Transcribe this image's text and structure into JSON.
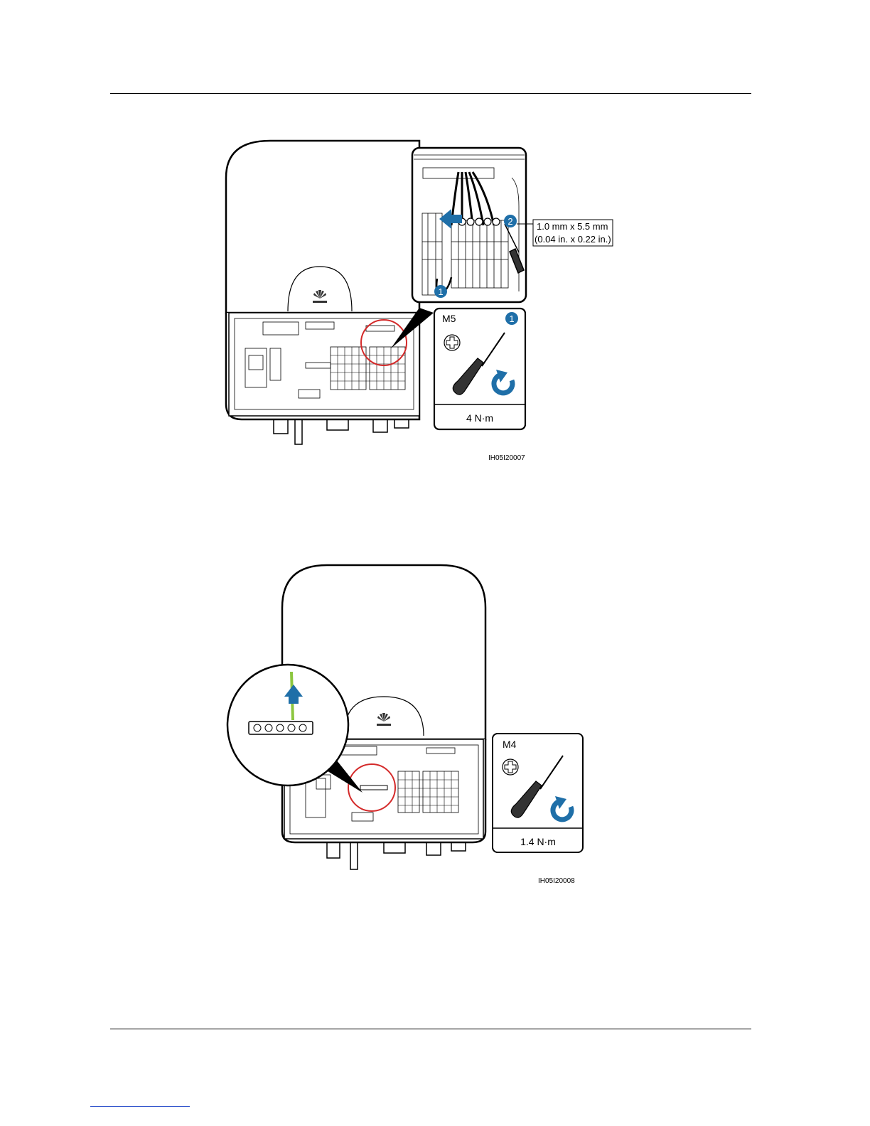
{
  "figure1": {
    "id": "IH05I20007",
    "marker_1": "1",
    "marker_2": "2",
    "spec_line1": "1.0 mm x 5.5 mm",
    "spec_line2": "(0.04 in. x 0.22 in.)",
    "screw_size": "M5",
    "torque": "4 N·m"
  },
  "figure2": {
    "id": "IH05I20008",
    "screw_size": "M4",
    "torque": "1.4 N·m"
  },
  "colors": {
    "accent_blue": "#1f6fa8",
    "highlight_red": "#d42a2a",
    "ground_wire": "#8cc63f"
  }
}
